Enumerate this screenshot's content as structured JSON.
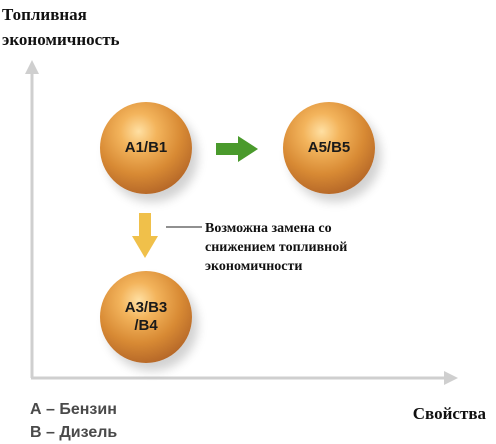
{
  "axes": {
    "y_title": "Топливная экономичность",
    "x_title": "Свойства"
  },
  "balls": [
    {
      "id": "a1b1",
      "label": "A1/B1"
    },
    {
      "id": "a5b5",
      "label": "A5/B5"
    },
    {
      "id": "a3b3b4",
      "label_line1": "A3/B3",
      "label_line2": "/B4"
    }
  ],
  "arrows": {
    "right_color": "#4a9a2c",
    "down_color": "#f0c04a"
  },
  "annotation": {
    "lines": [
      "Возможна замена со",
      "снижением топливной",
      "экономичности"
    ]
  },
  "legend": {
    "items": [
      "А – Бензин",
      "В – Дизель"
    ]
  }
}
